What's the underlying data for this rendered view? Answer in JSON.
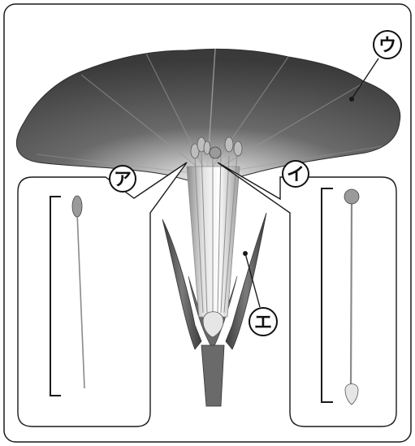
{
  "labels": {
    "a": "ア",
    "i": "イ",
    "u": "ウ",
    "e": "エ"
  },
  "colors": {
    "petal_dark": "#3f3f3f",
    "petal_mid": "#777777",
    "petal_light": "#e9e9e9",
    "sepal": "#5a5a5a",
    "frame": "#1a1a1a",
    "background": "#ffffff"
  }
}
